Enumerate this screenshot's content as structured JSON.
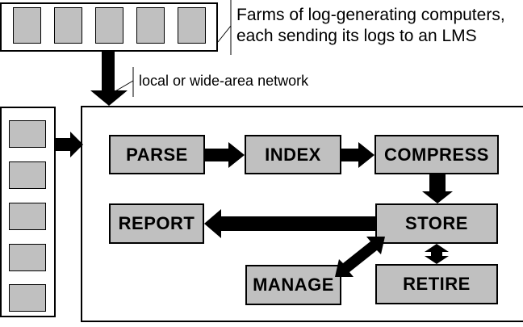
{
  "caption": {
    "line1": "Farms of log-generating computers,",
    "line2": "each sending its logs to an LMS"
  },
  "network_label": "local or wide-area network",
  "stages": {
    "parse": "PARSE",
    "index": "INDEX",
    "compress": "COMPRESS",
    "store": "STORE",
    "report": "REPORT",
    "manage": "MANAGE",
    "retire": "RETIRE"
  },
  "clusters": {
    "farm_computer_count": 5,
    "lms_node_count": 5
  },
  "flows": [
    {
      "from": "computer-farm",
      "to": "lms-pipeline",
      "label": "local or wide-area network",
      "bidirectional": false
    },
    {
      "from": "lms-nodes",
      "to": "pipeline",
      "bidirectional": false
    },
    {
      "from": "parse",
      "to": "index",
      "bidirectional": false
    },
    {
      "from": "index",
      "to": "compress",
      "bidirectional": false
    },
    {
      "from": "compress",
      "to": "store",
      "bidirectional": false
    },
    {
      "from": "store",
      "to": "report",
      "bidirectional": false
    },
    {
      "from": "store",
      "to": "retire",
      "bidirectional": true
    },
    {
      "from": "store",
      "to": "manage",
      "bidirectional": true
    }
  ],
  "colors": {
    "node_fill": "#c0c0c0",
    "border": "#000000",
    "arrow": "#000000",
    "background": "#ffffff"
  }
}
